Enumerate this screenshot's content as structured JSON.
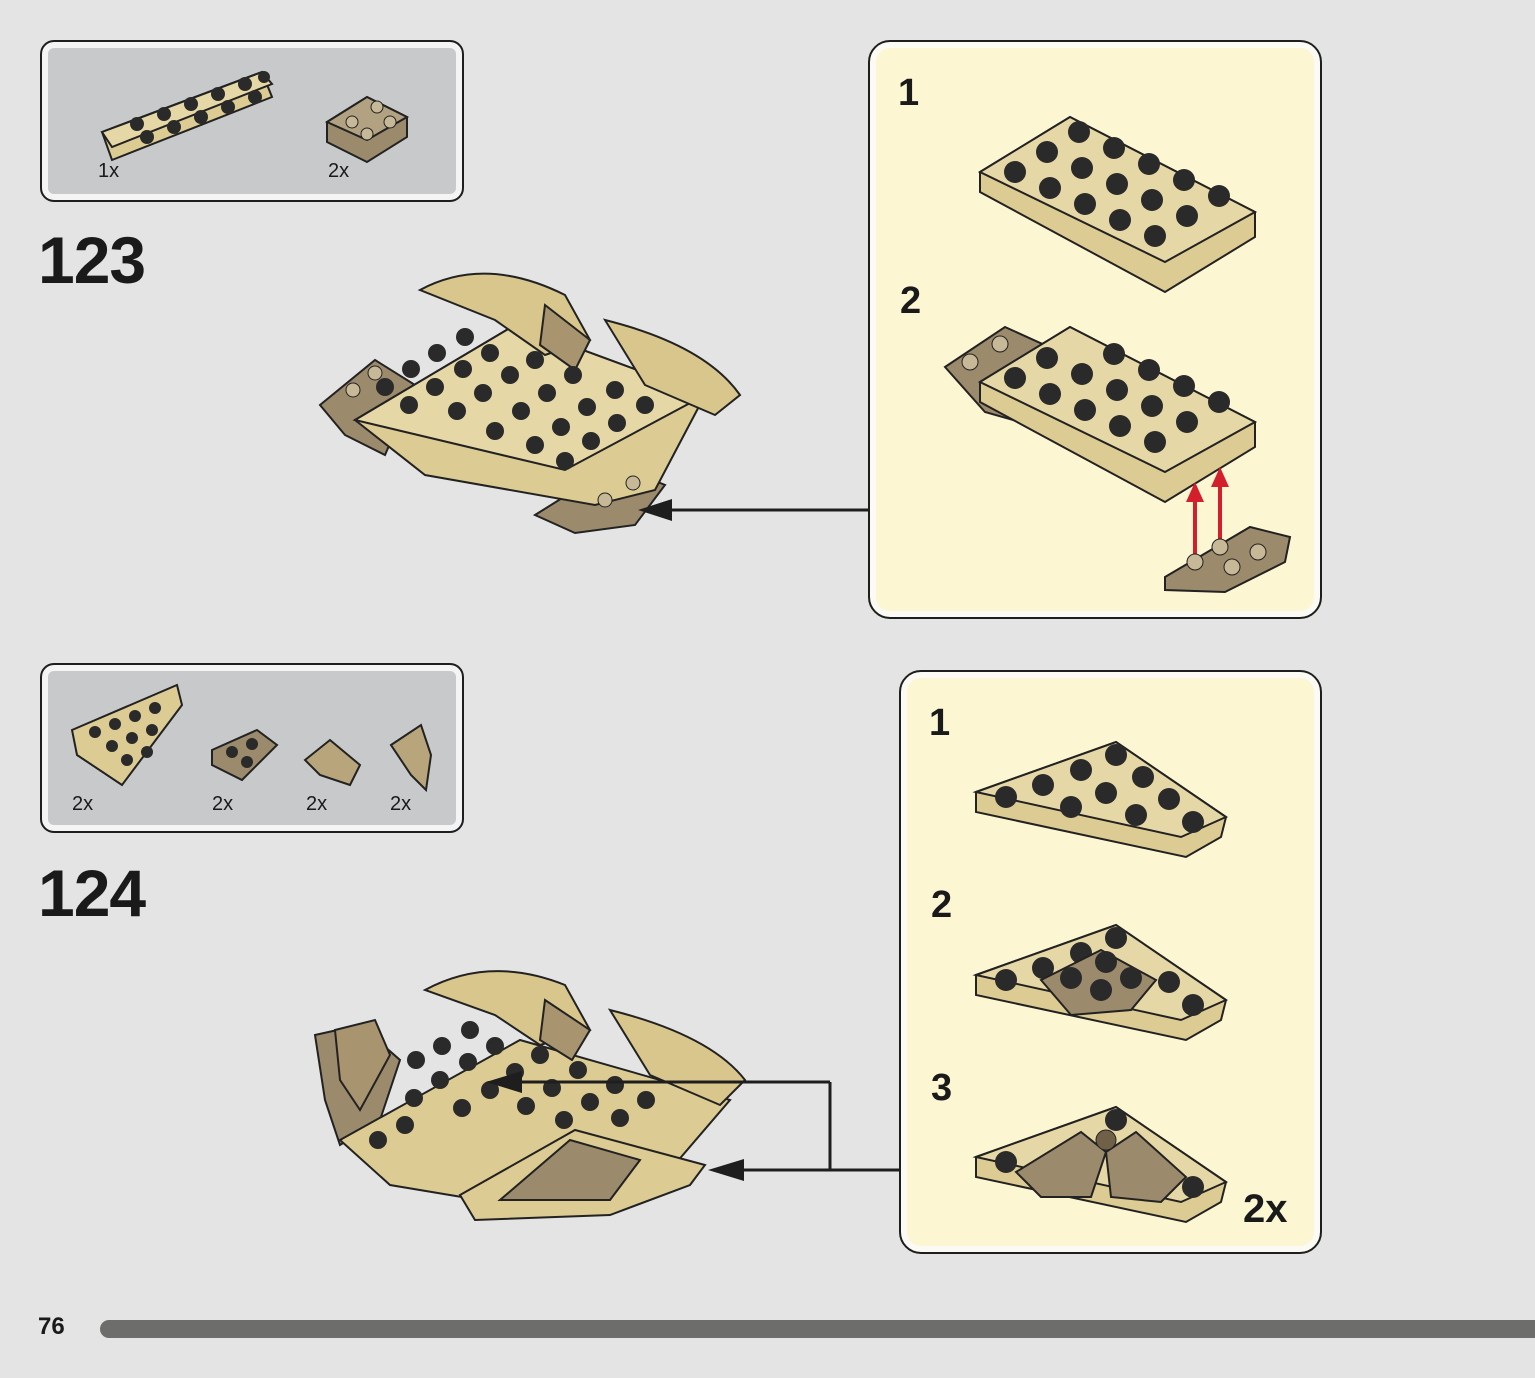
{
  "page": {
    "number": "76"
  },
  "steps": [
    {
      "number": "123",
      "parts": [
        {
          "qty": "1x",
          "name": "tan plate 2x6"
        },
        {
          "qty": "2x",
          "name": "dark tan inverted slope"
        }
      ],
      "substeps": [
        {
          "number": "1"
        },
        {
          "number": "2"
        }
      ]
    },
    {
      "number": "124",
      "parts": [
        {
          "qty": "2x",
          "name": "tan wedge plate"
        },
        {
          "qty": "2x",
          "name": "dark tan wedge plate"
        },
        {
          "qty": "2x",
          "name": "tan slope left"
        },
        {
          "qty": "2x",
          "name": "tan slope right"
        }
      ],
      "substeps": [
        {
          "number": "1"
        },
        {
          "number": "2"
        },
        {
          "number": "3"
        }
      ],
      "substep_multiplier": "2x"
    }
  ],
  "colors": {
    "tan": "#dccb92",
    "dark_tan": "#9c8a6c",
    "callout_bg": "#fdf6d3",
    "arrow_red": "#d21f2b",
    "progress": "#6d6d6b"
  }
}
